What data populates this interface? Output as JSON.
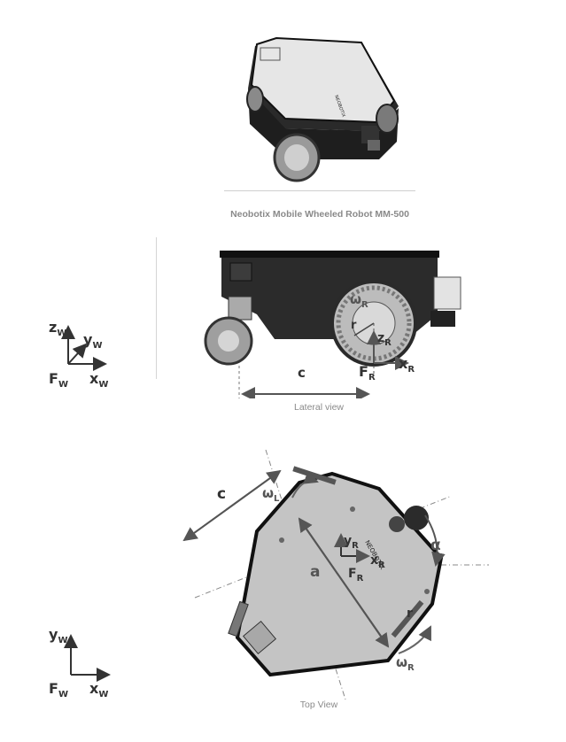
{
  "figure1": {
    "caption": "Neobotix Mobile Wheeled Robot MM-500",
    "plate_text": "NEOBOTIX"
  },
  "lateral_view": {
    "caption": "Lateral view",
    "dimension_c": "c",
    "wheel_radius": "r",
    "wheel_speed": "ω",
    "wheel_speed_sub": "R",
    "robot_axes": {
      "z": "z",
      "z_sub": "R",
      "x": "x",
      "x_sub": "R",
      "frame": "F",
      "frame_sub": "R"
    },
    "world_axes": {
      "z": "z",
      "z_sub": "W",
      "y": "y",
      "y_sub": "W",
      "x": "x",
      "x_sub": "W",
      "frame": "F",
      "frame_sub": "W"
    }
  },
  "top_view": {
    "caption": "Top View",
    "dimension_c": "c",
    "dimension_a": "a",
    "angle": "α",
    "wheel_radius": "r",
    "left_wheel_speed": "ω",
    "left_wheel_speed_sub": "L",
    "right_wheel_speed": "ω",
    "right_wheel_speed_sub": "R",
    "robot_axes": {
      "y": "y",
      "y_sub": "R",
      "x": "x",
      "x_sub": "R",
      "frame": "F",
      "frame_sub": "R"
    },
    "world_axes": {
      "y": "y",
      "y_sub": "W",
      "x": "x",
      "x_sub": "W",
      "frame": "F",
      "frame_sub": "W"
    },
    "plate_text": "NEOBOTIX"
  }
}
